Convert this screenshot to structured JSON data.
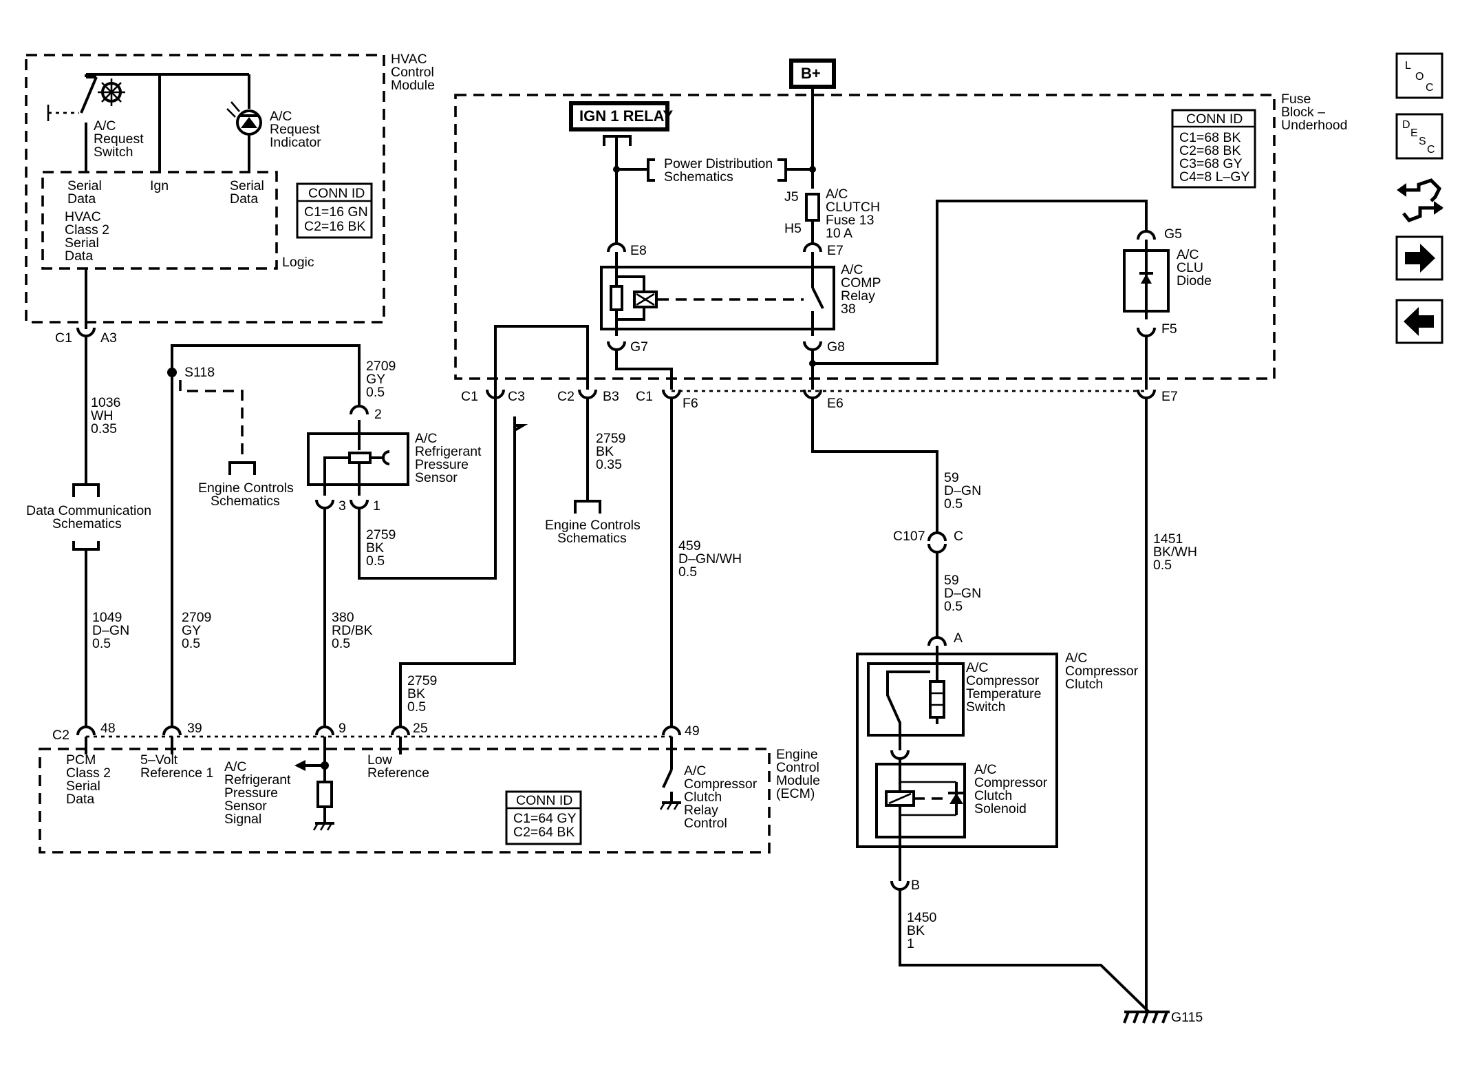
{
  "hvac_module": {
    "title": [
      "HVAC",
      "Control",
      "Module"
    ],
    "request_switch": [
      "A/C",
      "Request",
      "Switch"
    ],
    "request_indicator": [
      "A/C",
      "Request",
      "Indicator"
    ],
    "pin_serial_data_left": [
      "Serial",
      "Data"
    ],
    "pin_ign": "Ign",
    "pin_serial_data_right": [
      "Serial",
      "Data"
    ],
    "class2_label": [
      "HVAC",
      "Class 2",
      "Serial",
      "Data"
    ],
    "logic_label": "Logic",
    "conn_id": {
      "header": "CONN ID",
      "rows": [
        "C1=16 GN",
        "C2=16 BK"
      ]
    }
  },
  "left_column": {
    "conn_c1_a3": [
      "C1",
      "A3"
    ],
    "wire_1036": [
      "1036",
      "WH",
      "0.35"
    ],
    "data_comm": [
      "Data Communication",
      "Schematics"
    ],
    "wire_1049": [
      "1049",
      "D–GN",
      "0.5"
    ],
    "splice": "S118",
    "wire_2709_gy": [
      "2709",
      "GY",
      "0.5"
    ],
    "engine_controls_1": [
      "Engine Controls",
      "Schematics"
    ],
    "wire_2709_top": [
      "2709",
      "GY",
      "0.5"
    ],
    "pressure_sensor": [
      "A/C",
      "Refrigerant",
      "Pressure",
      "Sensor"
    ],
    "pin_2": "2",
    "pin_3": "3",
    "pin_1": "1",
    "wire_2759_a": [
      "2759",
      "BK",
      "0.5"
    ],
    "wire_380": [
      "380",
      "RD/BK",
      "0.5"
    ],
    "wire_2759_b": [
      "2759",
      "BK",
      "0.5"
    ]
  },
  "ecm": {
    "title": [
      "Engine",
      "Control",
      "Module",
      "(ECM)"
    ],
    "conn_c2": "C2",
    "pins": [
      "48",
      "39",
      "9",
      "25",
      "49"
    ],
    "pcm_label": [
      "PCM",
      "Class 2",
      "Serial",
      "Data"
    ],
    "ref_label": [
      "5–Volt",
      "Reference 1"
    ],
    "sensor_signal": [
      "A/C",
      "Refrigerant",
      "Pressure",
      "Sensor",
      "Signal"
    ],
    "low_ref": [
      "Low",
      "Reference"
    ],
    "clutch_relay": [
      "A/C",
      "Compressor",
      "Clutch",
      "Relay",
      "Control"
    ],
    "conn_id": {
      "header": "CONN ID",
      "rows": [
        "C1=64 GY",
        "C2=64 BK"
      ]
    }
  },
  "fuse_block": {
    "title": [
      "Fuse",
      "Block –",
      "Underhood"
    ],
    "conn_id": {
      "header": "CONN ID",
      "rows": [
        "C1=68 BK",
        "C2=68 BK",
        "C3=68 GY",
        "C4=8 L–GY"
      ]
    },
    "battery": "B+",
    "ign_relay": "IGN 1 RELAY",
    "power_dist": [
      "Power Distribution",
      "Schematics"
    ],
    "fuse": [
      "A/C",
      "CLUTCH",
      "Fuse 13",
      "10 A"
    ],
    "fuse_j5": "J5",
    "fuse_h5": "H5",
    "e8": "E8",
    "e7_top": "E7",
    "relay": [
      "A/C",
      "COMP",
      "Relay",
      "38"
    ],
    "g7": "G7",
    "g8": "G8",
    "g5": "G5",
    "f5": "F5",
    "diode": [
      "A/C",
      "CLU",
      "Diode"
    ]
  },
  "bottom_connectors": {
    "c1_c3": [
      "C1",
      "C3"
    ],
    "c2_b3": [
      "C2",
      "B3"
    ],
    "c1_f6": [
      "C1",
      "F6"
    ],
    "e6": "E6",
    "e7": "E7"
  },
  "right_column": {
    "wire_2759_c": [
      "2759",
      "BK",
      "0.35"
    ],
    "engine_controls_2": [
      "Engine Controls",
      "Schematics"
    ],
    "wire_459": [
      "459",
      "D–GN/WH",
      "0.5"
    ],
    "wire_59_a": [
      "59",
      "D–GN",
      "0.5"
    ],
    "c107": "C107",
    "c107_pin": "C",
    "wire_59_b": [
      "59",
      "D–GN",
      "0.5"
    ],
    "pin_a": "A",
    "clutch_title": [
      "A/C",
      "Compressor",
      "Clutch"
    ],
    "temp_switch": [
      "A/C",
      "Compressor",
      "Temperature",
      "Switch"
    ],
    "solenoid": [
      "A/C",
      "Compressor",
      "Clutch",
      "Solenoid"
    ],
    "pin_b": "B",
    "wire_1450": [
      "1450",
      "BK",
      "1"
    ],
    "wire_1451": [
      "1451",
      "BK/WH",
      "0.5"
    ],
    "ground": "G115"
  },
  "nav": {
    "loc": [
      "L",
      "O",
      "C"
    ],
    "desc": [
      "D",
      "E",
      "S",
      "C"
    ],
    "icons": [
      "swap-icon",
      "next-arrow-icon",
      "prev-arrow-icon"
    ]
  }
}
